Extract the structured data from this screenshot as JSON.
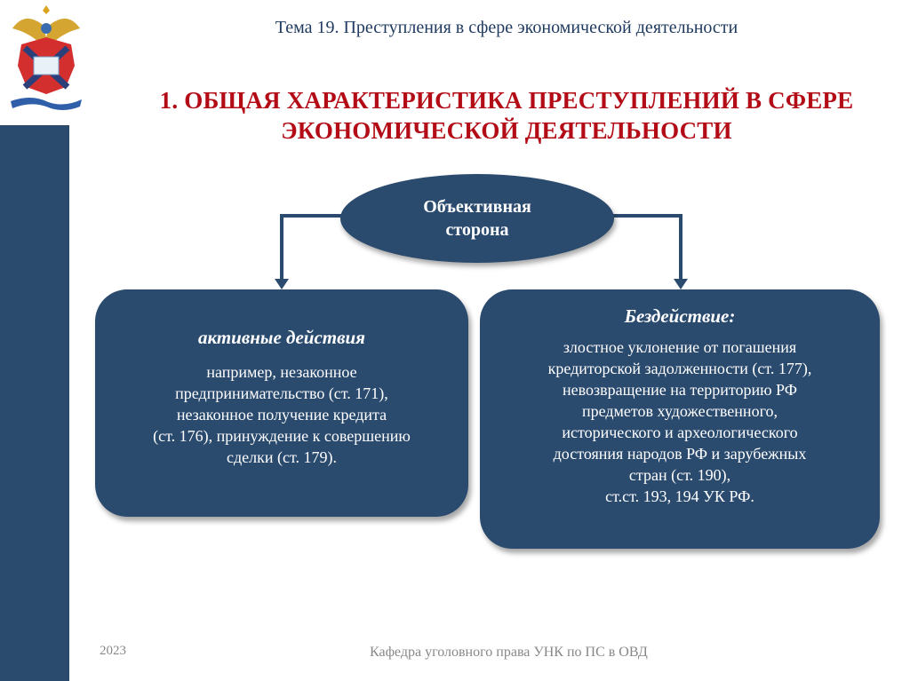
{
  "header": {
    "topic": "Тема 19. Преступления в сфере экономической деятельности",
    "title_lines": [
      "1. ОБЩАЯ ХАРАКТЕРИСТИКА ПРЕСТУПЛЕНИЙ В СФЕРЕ",
      "ЭКОНОМИЧЕСКОЙ ДЕЯТЕЛЬНОСТИ"
    ]
  },
  "logo": {
    "icon": "coat-of-arms-emblem"
  },
  "diagram": {
    "root": {
      "lines": [
        "Объективная",
        "сторона"
      ]
    },
    "left": {
      "heading": "активные действия",
      "lines": [
        "например, незаконное",
        "предпринимательство (ст. 171),",
        "незаконное получение кредита",
        "(ст. 176), принуждение к совершению",
        "сделки (ст. 179)."
      ]
    },
    "right": {
      "heading": "Бездействие:",
      "lines": [
        "злостное уклонение от погашения",
        "кредиторской задолженности (ст. 177),",
        "невозвращение на территорию РФ",
        "предметов художественного,",
        "исторического и археологического",
        "достояния народов РФ и зарубежных",
        "стран (ст. 190),",
        "ст.ст. 193, 194 УК РФ."
      ]
    }
  },
  "footer": {
    "year": "2023",
    "department": "Кафедра уголовного права УНК по ПС в ОВД"
  },
  "colors": {
    "navy": "#2a4a6e",
    "title_red": "#b30c17",
    "topic_text": "#1f3a5f"
  }
}
